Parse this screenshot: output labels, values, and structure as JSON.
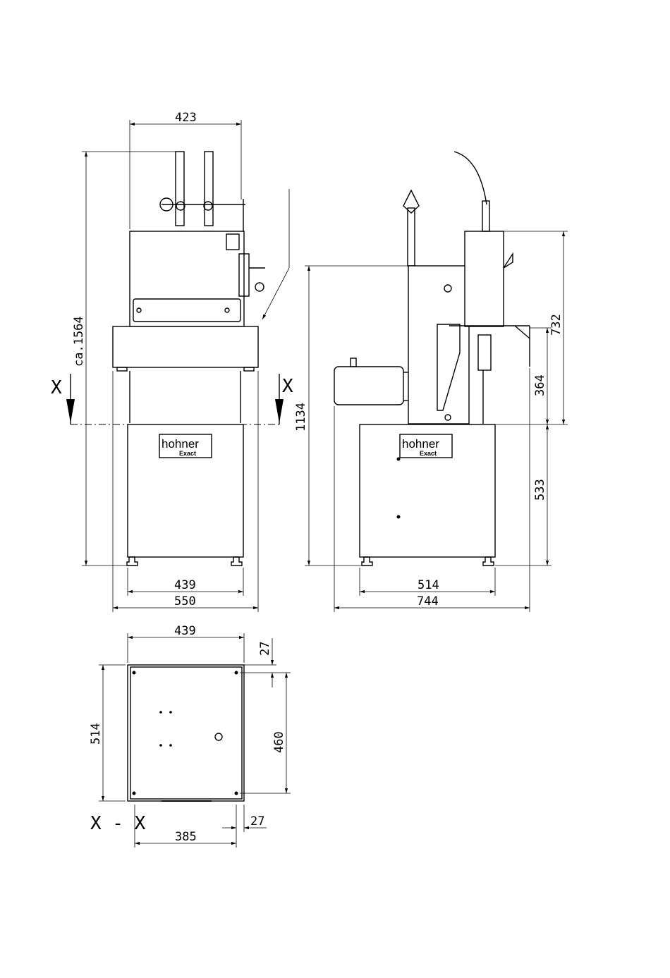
{
  "dimensions": {
    "front_width_top": "423",
    "front_height": "ca.1564",
    "front_base_width": "439",
    "front_overall_width": "550",
    "side_height": "1134",
    "side_upper_height": "732",
    "side_mid_height": "364",
    "side_base_height": "533",
    "side_base_width": "514",
    "side_overall_width": "744",
    "plan_width": "439",
    "plan_depth": "514",
    "plan_hole_depth": "460",
    "plan_offset_top": "27",
    "plan_offset_bottom": "27",
    "plan_hole_width": "385"
  },
  "section": {
    "marker_left": "X",
    "marker_right": "X",
    "plan_label": "X - X"
  },
  "brand": {
    "name": "hohner",
    "model": "Exact"
  }
}
